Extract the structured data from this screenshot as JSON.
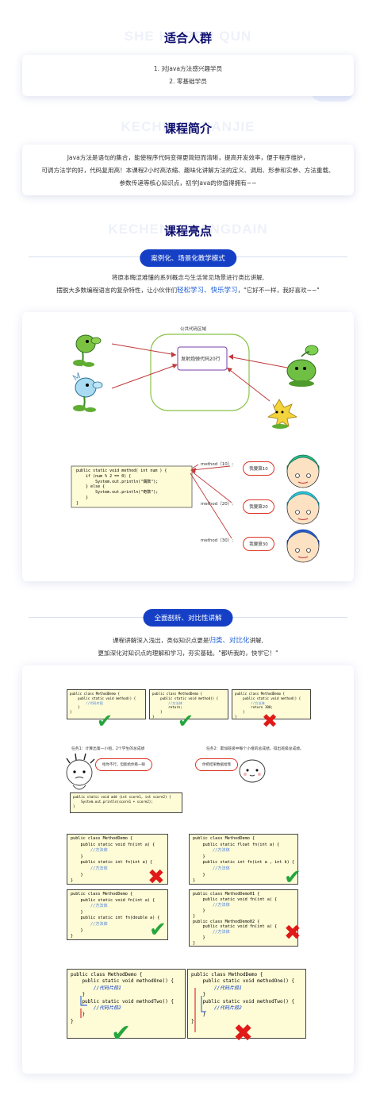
{
  "section1": {
    "watermark": "SHE HE REN QUN",
    "title": "适合人群",
    "items": [
      "1.  对Java方法感兴趣学员",
      "2.  零基础学员"
    ]
  },
  "section2": {
    "watermark": "KECHENG JIANJIE",
    "title": "课程简介",
    "lines": [
      "Java方法是语句的集合，能使程序代码变得更简短而清晰，提高开发效率，便于程序维护，",
      "可调方法学的好，代码复用高！本课程2小时高浓缩、趣味化讲解方法的定义、调用、形参和实参、方法重载、",
      "参数传递等核心知识点，初学Java的你值得拥有~~"
    ]
  },
  "section3": {
    "watermark": "KECHENG LIANGDAIN",
    "title": "课程亮点",
    "pill": "案例化、场景化教学模式",
    "line1": "将原本晦涩难懂的系列概念与生活常见场景进行类比讲解,",
    "line2_pre": "摆脱大多数编程语言的复杂特性，让小伙伴们",
    "line2_hl": "轻松学习、快乐学习",
    "line2_post": "，\"它好不一样，我好喜欢~~\"",
    "diagram": {
      "region_label": "公共代码区域",
      "box_label": "发射炮弹代码20行",
      "calls": [
        "method（10）;",
        "method（20）;",
        "method（30）;"
      ],
      "bubbles": [
        "我要算10",
        "我要算20",
        "我要算30"
      ],
      "code": [
        "public static void method( int num ) {",
        "    if (num % 2 == 0) {",
        "        System.out.println(\"偶数\");",
        "    } else {",
        "        System.out.println(\"奇数\");",
        "    }",
        "}"
      ]
    }
  },
  "section4": {
    "pill": "全面剖析、对比性讲解",
    "line1_pre": "课程讲解深入浅出，类似知识点更是",
    "line1_hl": "归类、对比化",
    "line1_post": "讲解,",
    "line2": "更加深化对知识点的理解和学习，夯实基础。\"都听我的，快学它！\"",
    "small_codes": [
      [
        "public class MethodDemo {",
        "    public static void method() {",
        "        //代码片段",
        "    }",
        "}"
      ],
      [
        "public class MethodDemo {",
        "    public static void method() {",
        "        //方法体",
        "        return;",
        "    }",
        "}"
      ],
      [
        "public class MethodDemo {",
        "    public static void method() {",
        "        //方法体",
        "        return 100;",
        "    }",
        "}"
      ]
    ],
    "task1": "任务1：计算出第一小组，2个学生的总成绩",
    "task2": "任务2：累加班级中每个小组的总成绩，得出班级总成绩。",
    "bubble1": "给你不行，但能给你看一眼",
    "bubble2": "你把结果数据给我",
    "add_code": [
      "public static void add (int score1, int score2) {",
      "    System.out.println(score1 + score2);",
      "}"
    ],
    "overload_codes": [
      [
        "public class MethodDemo {",
        "    public static void fn(int a) {",
        "        //方法体",
        "    }",
        "    public static int fn(int a) {",
        "        //方法体",
        "    }",
        "}"
      ],
      [
        "public class MethodDemo {",
        "    public static float fn(int a) {",
        "        //方法体",
        "    }",
        "    public static int fn(int a , int b) {",
        "        //方法体",
        "    }",
        "}"
      ],
      [
        "public class MethodDemo {",
        "    public static void fn(int a) {",
        "        //方法体",
        "    }",
        "    public static int fn(double a) {",
        "        //方法体",
        "    }",
        "}"
      ],
      [
        "public class MethodDemo01 {",
        "    public static void fn(int a) {",
        "        //方法体",
        "    }",
        "}",
        "public class MethodDemo02 {",
        "    public static void fn(int a) {",
        "        //方法体",
        "    }",
        "}"
      ]
    ],
    "order_codes": [
      [
        "public class MethodDemo {",
        "    public static void methodOne() {",
        "        //代码片段1",
        "",
        "    }",
        "    public static void methodTwo() {",
        "        //代码片段2",
        "",
        "    }",
        "}"
      ],
      [
        "public class MethodDemo {",
        "    public static void methodOne() {",
        "        //代码片段1",
        "",
        "    }",
        "    public static void methodTwo() {",
        "        //代码片段2",
        "",
        "    }",
        "}"
      ]
    ]
  }
}
